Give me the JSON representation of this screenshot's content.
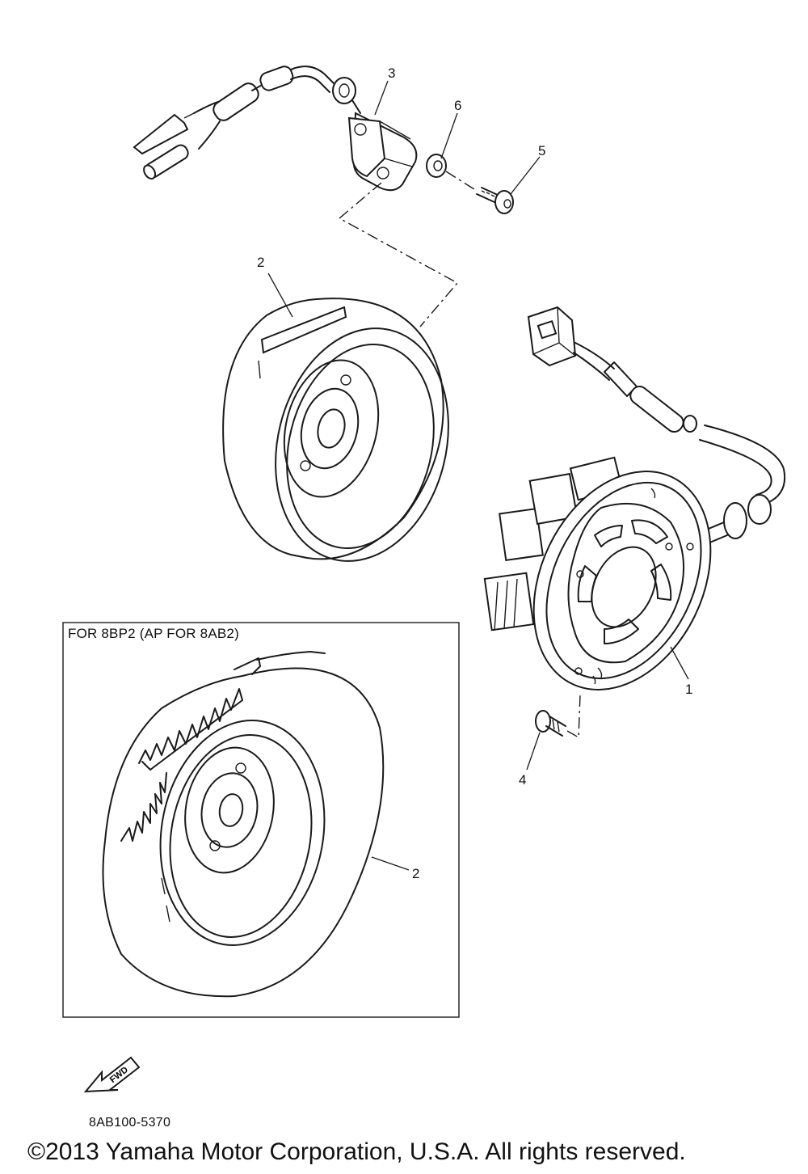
{
  "callouts": [
    {
      "id": "1",
      "label": "1"
    },
    {
      "id": "2",
      "label": "2"
    },
    {
      "id": "2b",
      "label": "2"
    },
    {
      "id": "3",
      "label": "3"
    },
    {
      "id": "4",
      "label": "4"
    },
    {
      "id": "5",
      "label": "5"
    },
    {
      "id": "6",
      "label": "6"
    }
  ],
  "inset": {
    "label": "FOR 8BP2 (AP FOR 8AB2)"
  },
  "fwd_arrow": {
    "label": "FWD",
    "icon": "fwd-arrow-icon"
  },
  "part_code": "8AB100-5370",
  "copyright": "©2013 Yamaha Motor Corporation, U.S.A. All rights reserved."
}
